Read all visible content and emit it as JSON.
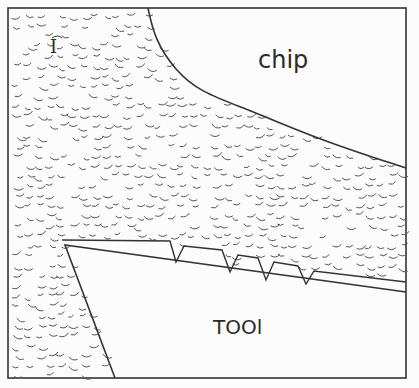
{
  "diagram": {
    "nodes": [
      {
        "text": [
          "chip"
        ]
      },
      {
        "text": [
          "TOOl"
        ]
      }
    ],
    "labels": [
      "I"
    ]
  }
}
